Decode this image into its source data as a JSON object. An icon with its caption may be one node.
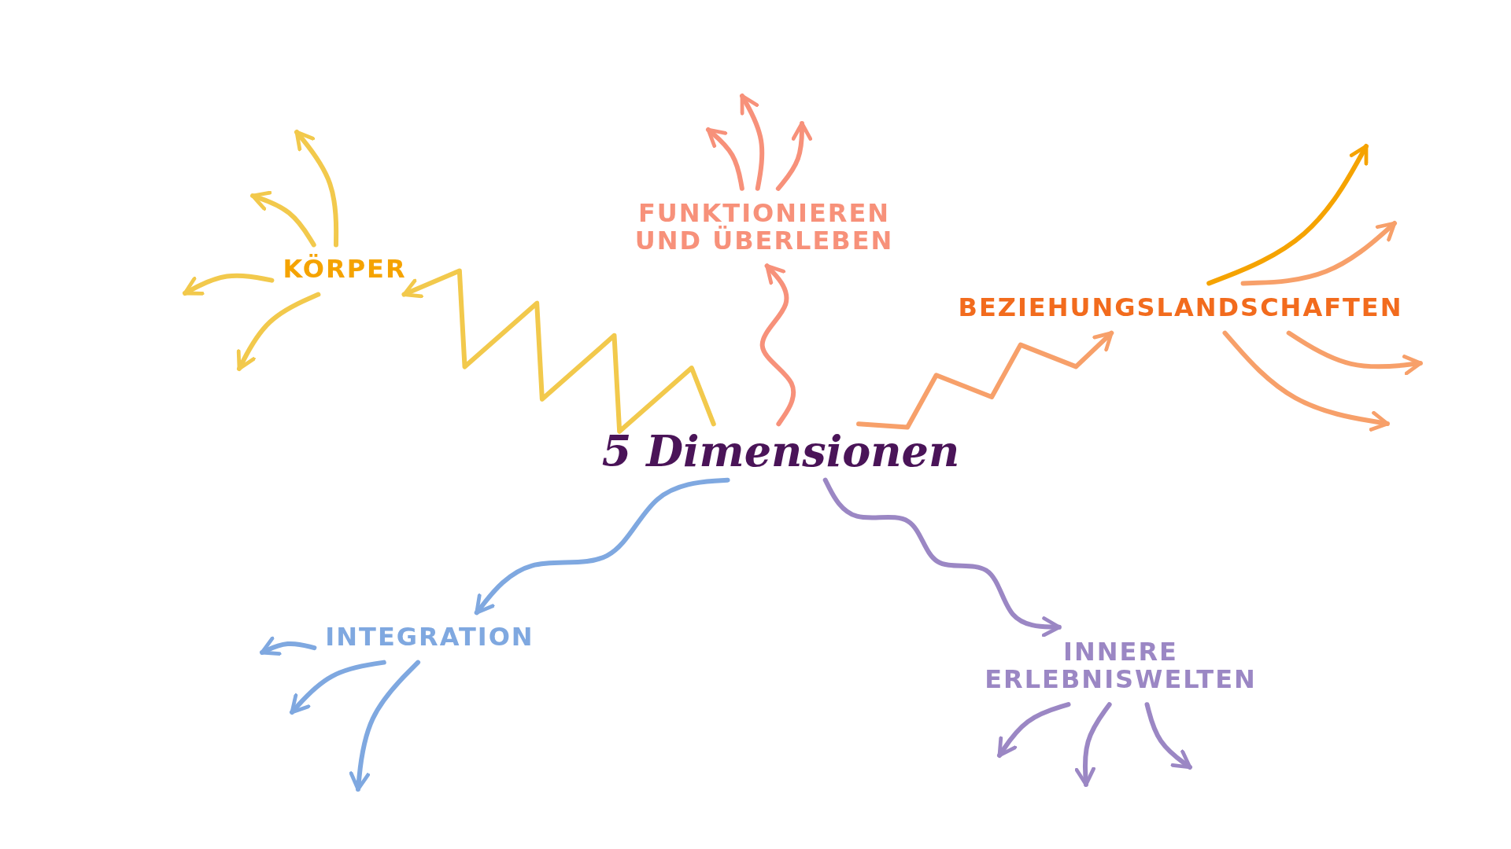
{
  "diagram": {
    "nodes": [
      {
        "text": [
          "5 Dimensionen"
        ]
      },
      {
        "text": [
          "KÖRPER"
        ]
      },
      {
        "text": [
          "FUNKTIONIEREN UND ÜBERLEBEN"
        ]
      },
      {
        "text": [
          "BEZIEHUNGSLANDSCHAFTEN"
        ]
      },
      {
        "text": [
          "INTEGRATION"
        ]
      },
      {
        "text": [
          "INNERE ERLEBNISWELTEN"
        ]
      }
    ],
    "edges": [
      {
        "from": 0,
        "to": 1,
        "arrow": "to",
        "color": "#f2c94c"
      },
      {
        "from": 0,
        "to": 2,
        "arrow": "to",
        "color": "#f7917a"
      },
      {
        "from": 0,
        "to": 3,
        "arrow": "to",
        "color": "#f7a06a"
      },
      {
        "from": 0,
        "to": 4,
        "arrow": "to",
        "color": "#7fa8e0"
      },
      {
        "from": 0,
        "to": 5,
        "arrow": "to",
        "color": "#9b87c4"
      },
      {
        "from": 1,
        "to": null,
        "arrow": "to",
        "color": "#f2c94c"
      },
      {
        "from": 1,
        "to": null,
        "arrow": "to",
        "color": "#f2c94c"
      },
      {
        "from": 1,
        "to": null,
        "arrow": "to",
        "color": "#f2c94c"
      },
      {
        "from": 1,
        "to": null,
        "arrow": "to",
        "color": "#f2c94c"
      },
      {
        "from": 2,
        "to": null,
        "arrow": "to",
        "color": "#f7917a"
      },
      {
        "from": 2,
        "to": null,
        "arrow": "to",
        "color": "#f7917a"
      },
      {
        "from": 2,
        "to": null,
        "arrow": "to",
        "color": "#f7917a"
      },
      {
        "from": 3,
        "to": null,
        "arrow": "to",
        "color": "#f5a300"
      },
      {
        "from": 3,
        "to": null,
        "arrow": "to",
        "color": "#f7a06a"
      },
      {
        "from": 3,
        "to": null,
        "arrow": "to",
        "color": "#f7a06a"
      },
      {
        "from": 3,
        "to": null,
        "arrow": "to",
        "color": "#f7a06a"
      },
      {
        "from": 4,
        "to": null,
        "arrow": "to",
        "color": "#7fa8e0"
      },
      {
        "from": 4,
        "to": null,
        "arrow": "to",
        "color": "#7fa8e0"
      },
      {
        "from": 4,
        "to": null,
        "arrow": "to",
        "color": "#7fa8e0"
      },
      {
        "from": 5,
        "to": null,
        "arrow": "to",
        "color": "#9b87c4"
      },
      {
        "from": 5,
        "to": null,
        "arrow": "to",
        "color": "#9b87c4"
      },
      {
        "from": 5,
        "to": null,
        "arrow": "to",
        "color": "#9b87c4"
      }
    ]
  }
}
